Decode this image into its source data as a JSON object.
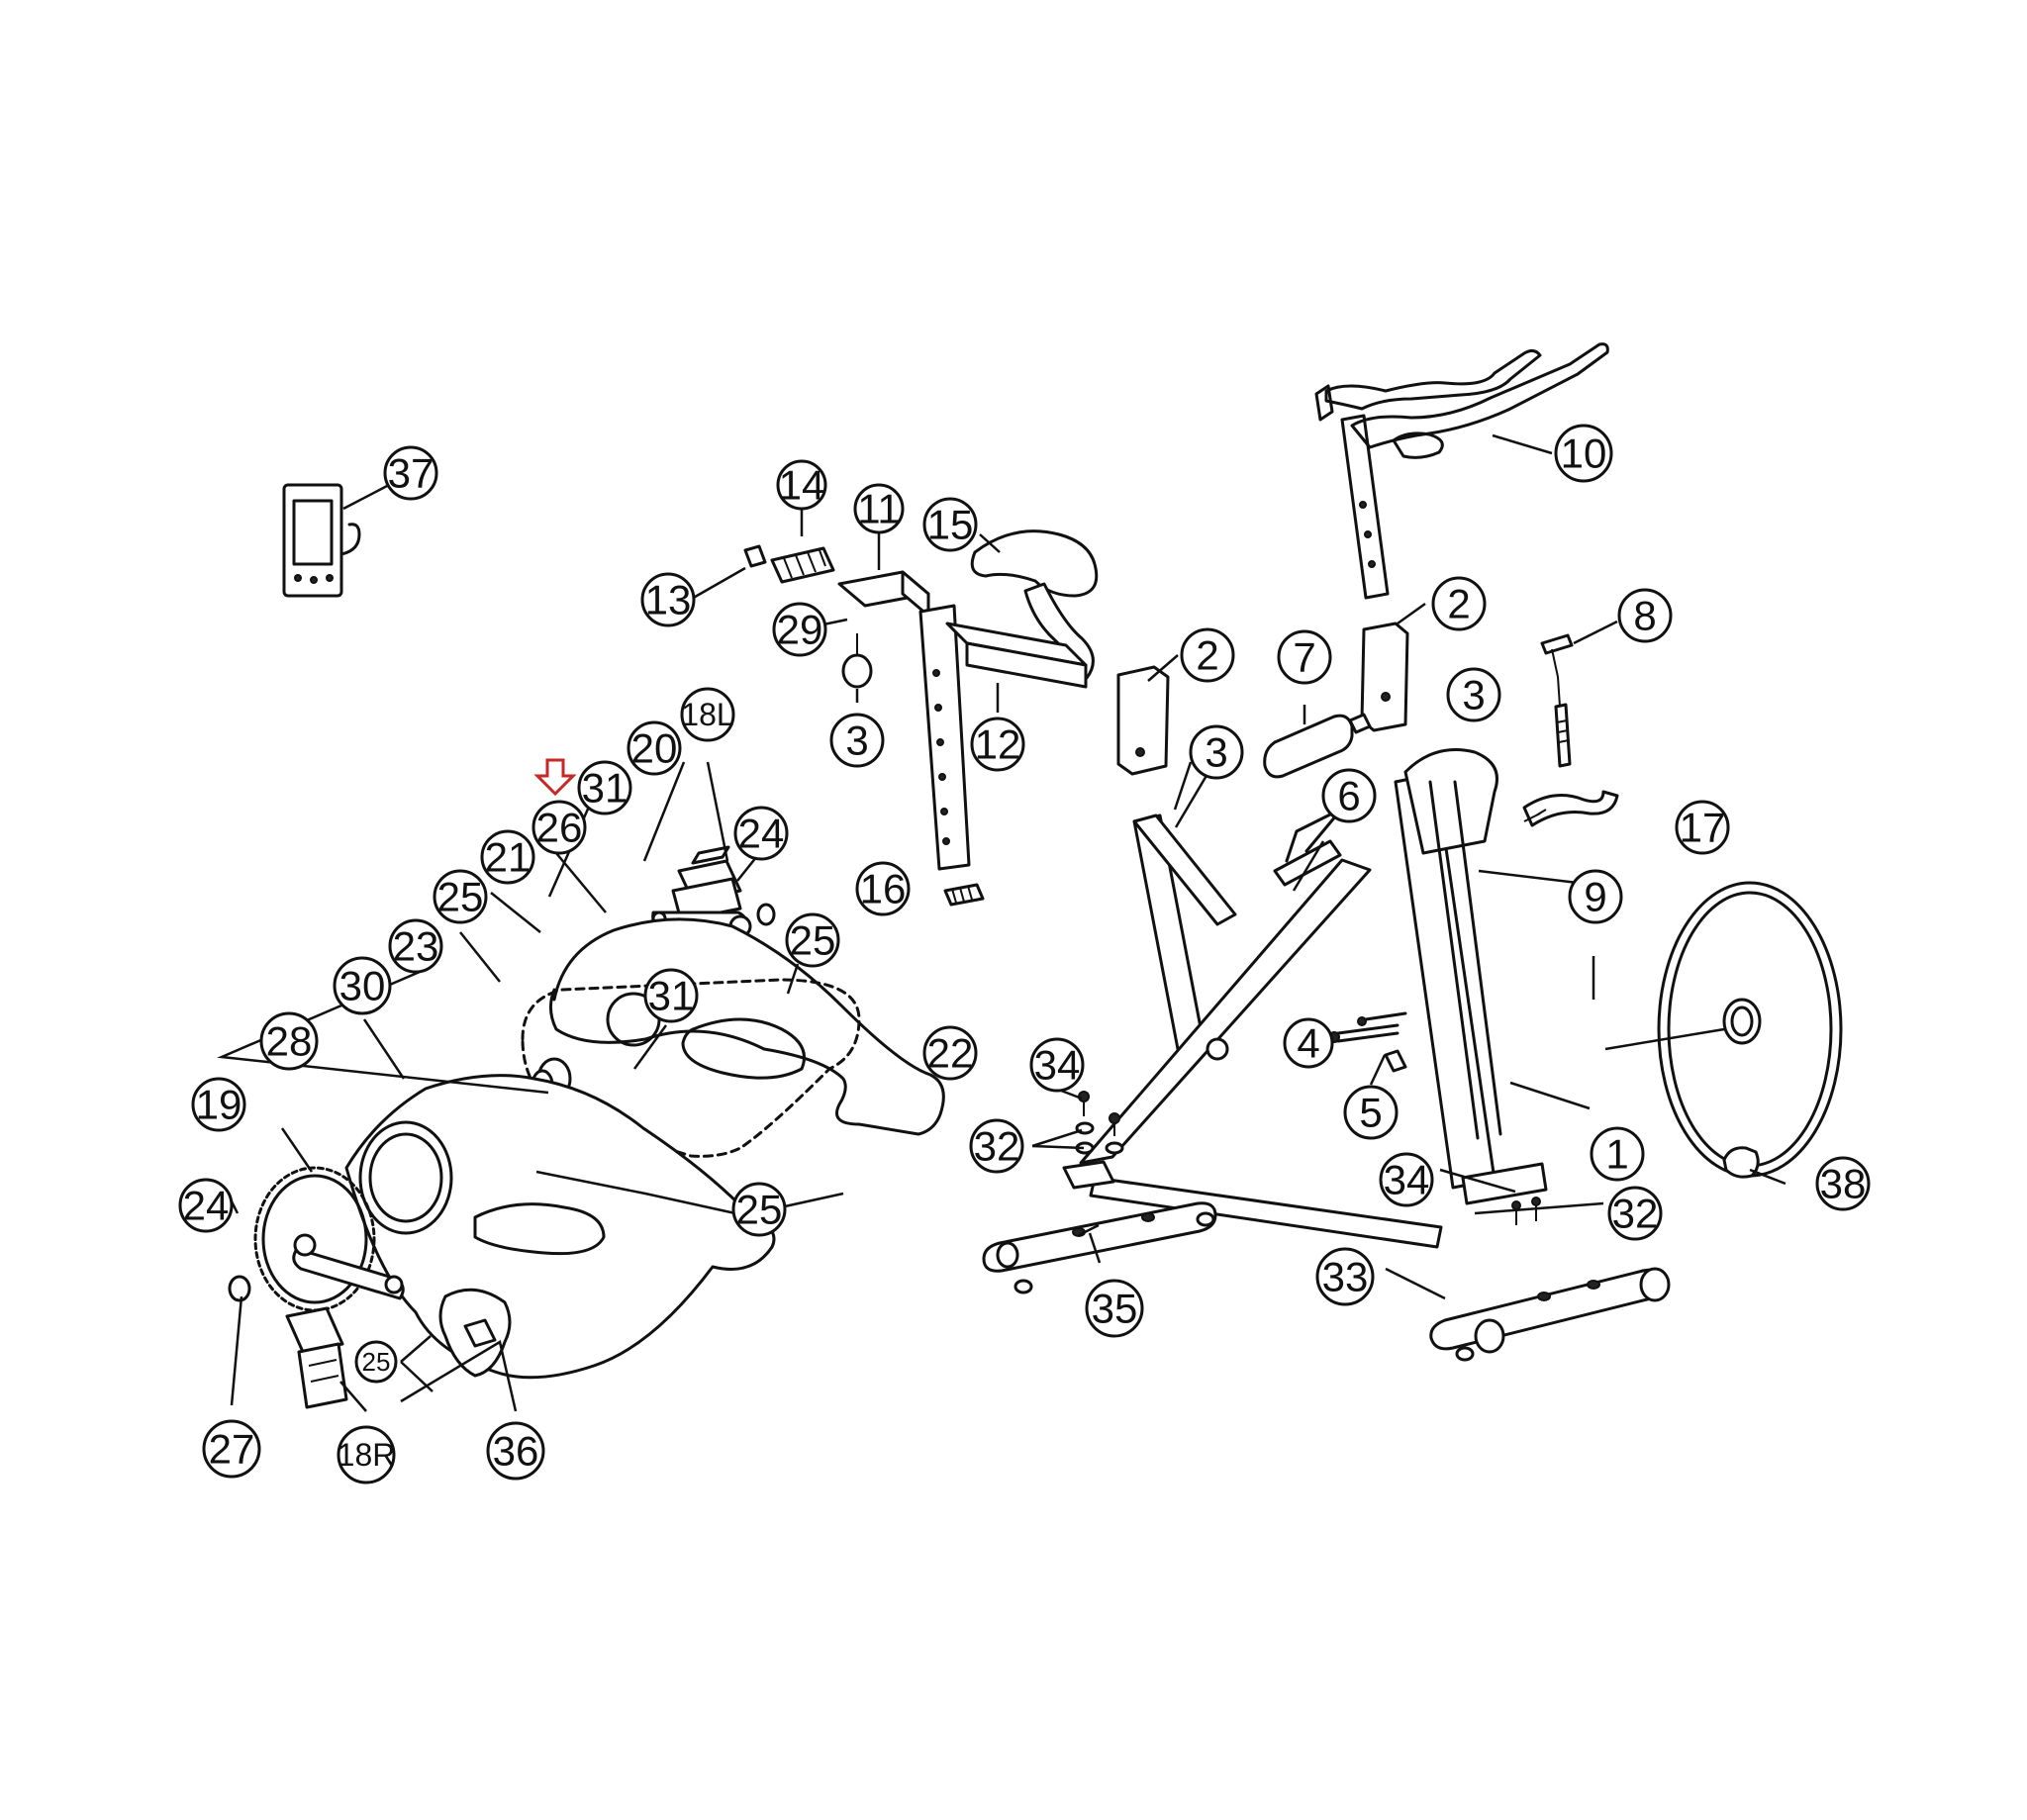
{
  "callouts": {
    "c37": "37",
    "c14": "14",
    "c11": "11",
    "c15": "15",
    "c13": "13",
    "c29": "29",
    "c3a": "3",
    "c12": "12",
    "c2a": "2",
    "c7": "7",
    "c2b": "2",
    "c8": "8",
    "c3b": "3",
    "c3c": "3",
    "c10": "10",
    "c18L": "18L",
    "c20": "20",
    "c31a": "31",
    "c26": "26",
    "c24a": "24",
    "c21": "21",
    "c25a": "25",
    "c25b": "25",
    "c23": "23",
    "c16": "16",
    "c6": "6",
    "c9": "9",
    "c17": "17",
    "c30": "30",
    "c31b": "31",
    "c22": "22",
    "c4": "4",
    "c5": "5",
    "c28": "28",
    "c34a": "34",
    "c19": "19",
    "c32a": "32",
    "c1": "1",
    "c34b": "34",
    "c38": "38",
    "c24b": "24",
    "c25c": "25",
    "c32b": "32",
    "c33": "33",
    "c35": "35",
    "c25d": "25",
    "c27": "27",
    "c18R": "18R",
    "c36": "36"
  },
  "colors": {
    "line": "#111111",
    "background": "#ffffff",
    "highlight_arrow": "#c62828"
  }
}
